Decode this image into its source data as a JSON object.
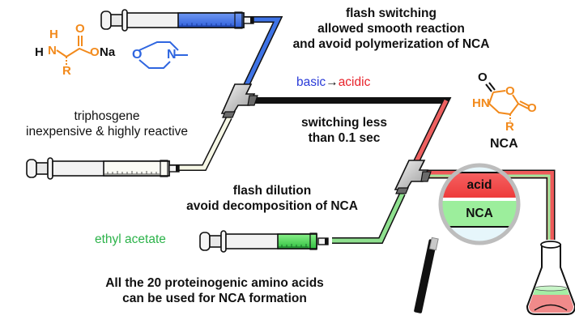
{
  "colors": {
    "basic": "#2255dd",
    "acidic": "#e8222a",
    "orange": "#f28a1c",
    "green": "#2cb34a",
    "black": "#111111"
  },
  "reagents": {
    "amino_acid_salt": {
      "h_prefix": "H",
      "nh": "N",
      "nh_h": "H",
      "carbonyl_o": "O",
      "ona": "O",
      "na": "Na",
      "r_group": "R"
    },
    "base_morpholine": {
      "o": "O",
      "n": "N"
    },
    "triphosgene": {
      "line1": "triphosgene",
      "line2": "inexpensive & highly reactive"
    },
    "solvent": "ethyl acetate"
  },
  "annotations": {
    "flash_switching": [
      "flash switching",
      "allowed smooth reaction",
      "and avoid polymerization of NCA"
    ],
    "ph_switch": {
      "basic": "basic",
      "arrow": "→",
      "acidic": "acidic"
    },
    "switching_time": [
      "switching less",
      "than 0.1 sec"
    ],
    "flash_dilution": [
      "flash dilution",
      "avoid decomposition of NCA"
    ],
    "scope": [
      "All the 20 proteinogenic amino acids",
      "can be used for NCA formation"
    ]
  },
  "product": {
    "label": "NCA",
    "atoms": {
      "carbonyl_o": "O",
      "ring_o": "O",
      "hn": "HN",
      "ketone_o": "O",
      "r_group": "R"
    }
  },
  "magnifier": {
    "layers": [
      {
        "label": "acid",
        "color": "#ee4444"
      },
      {
        "label": "NCA",
        "color": "#99ee99"
      }
    ]
  }
}
